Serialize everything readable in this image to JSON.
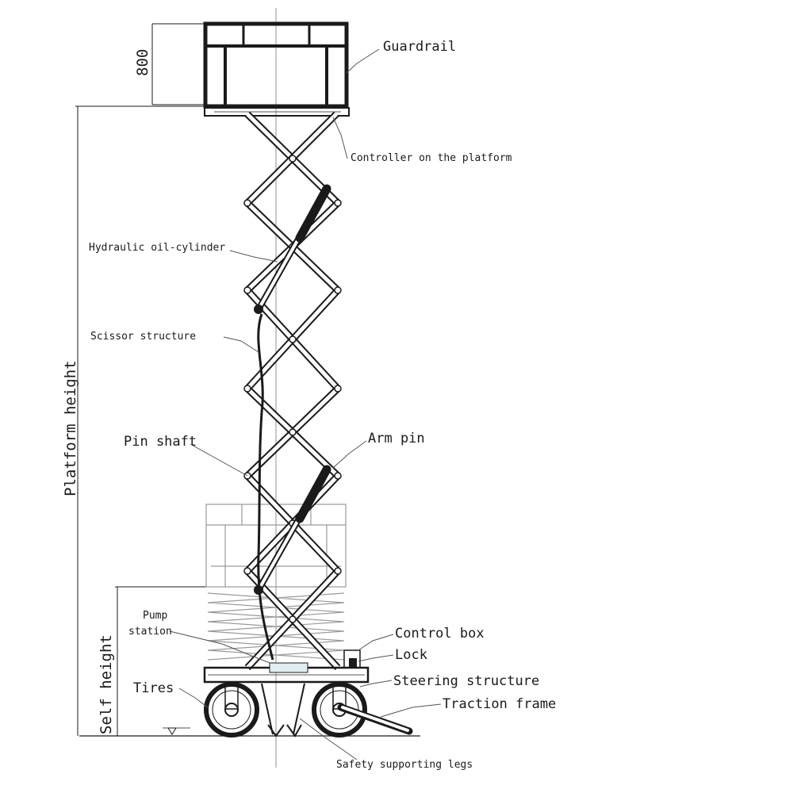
{
  "labels": {
    "guardrail": "Guardrail",
    "controller": "Controller on the platform",
    "hydraulic": "Hydraulic oil-cylinder",
    "scissor": "Scissor structure",
    "pin_shaft": "Pin shaft",
    "arm_pin": "Arm pin",
    "pump_line1": "Pump",
    "pump_line2": "station",
    "control_box": "Control box",
    "lock": "Lock",
    "steering": "Steering structure",
    "tires": "Tires",
    "traction": "Traction frame",
    "safety_legs": "Safety supporting legs"
  },
  "dimensions": {
    "guardrail_height": "800",
    "platform_height": "Platform height",
    "self_height": "Self height"
  }
}
